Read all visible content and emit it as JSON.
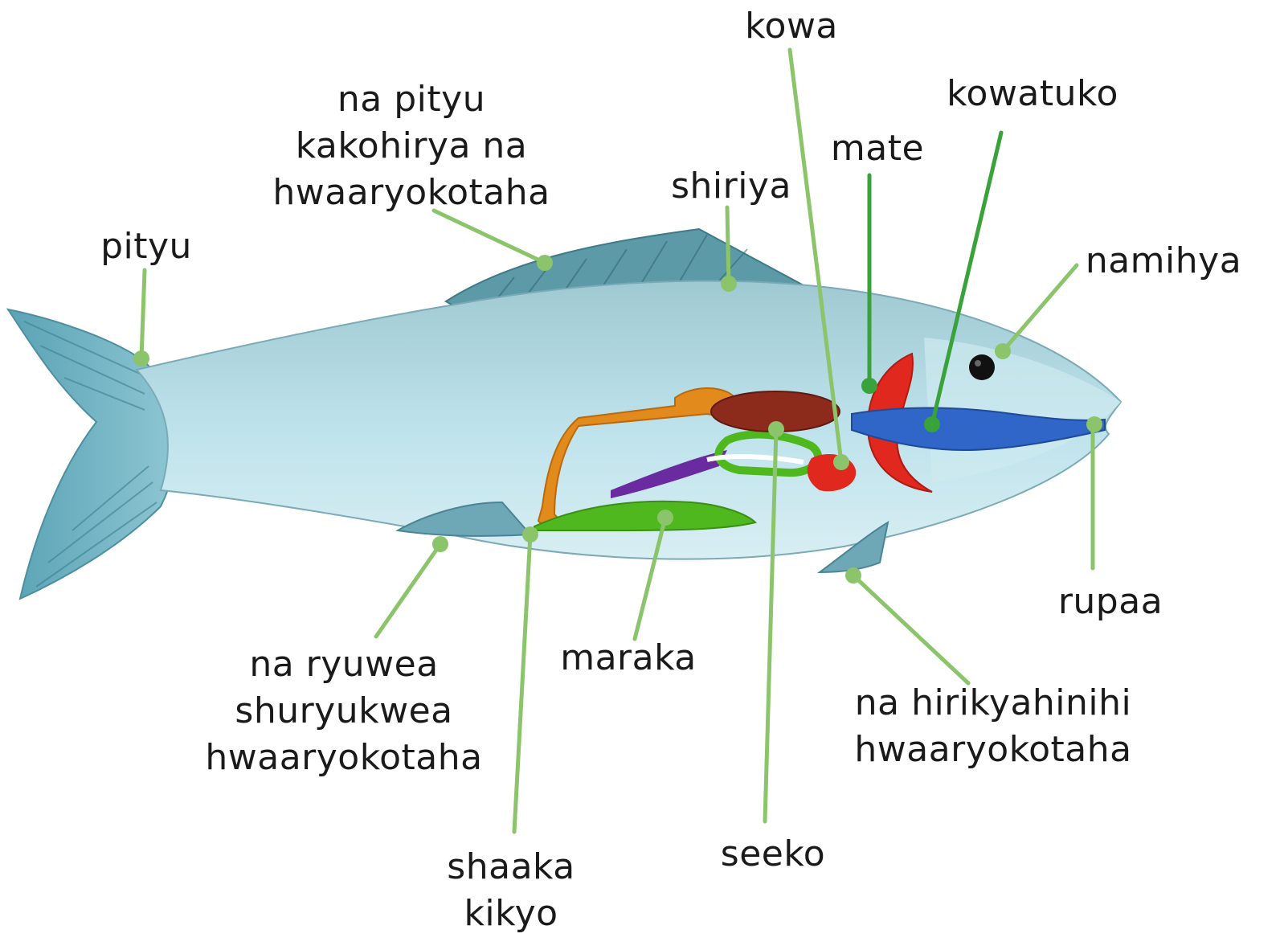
{
  "labels": {
    "kowa": "kowa",
    "kowatuko": "kowatuko",
    "mate": "mate",
    "namihya": "namihya",
    "shiriya": "shiriya",
    "pityu": "pityu",
    "dorsal": [
      "na pityu",
      "kakohirya na",
      "hwaaryokotaha"
    ],
    "rupaa": "rupaa",
    "maraka": "maraka",
    "anal": [
      "na ryuwea",
      "shuryukwea",
      "hwaaryokotaha"
    ],
    "pelvic": [
      "na hirikyahinihi",
      "hwaaryokotaha"
    ],
    "shaaka": [
      "shaaka",
      "kikyo"
    ],
    "seeko": "seeko"
  },
  "colors": {
    "leader": "#8bc46a",
    "leader_dark": "#3aa23a",
    "body": "#b9dfe8",
    "fin": "#6fb2c2",
    "gill": "#e0281e",
    "mouth": "#2f66c8",
    "liver": "#8c2a1c",
    "stomach": "#e38a1c",
    "intestine": "#4fb81e",
    "kidney": "#6a2aa0"
  }
}
